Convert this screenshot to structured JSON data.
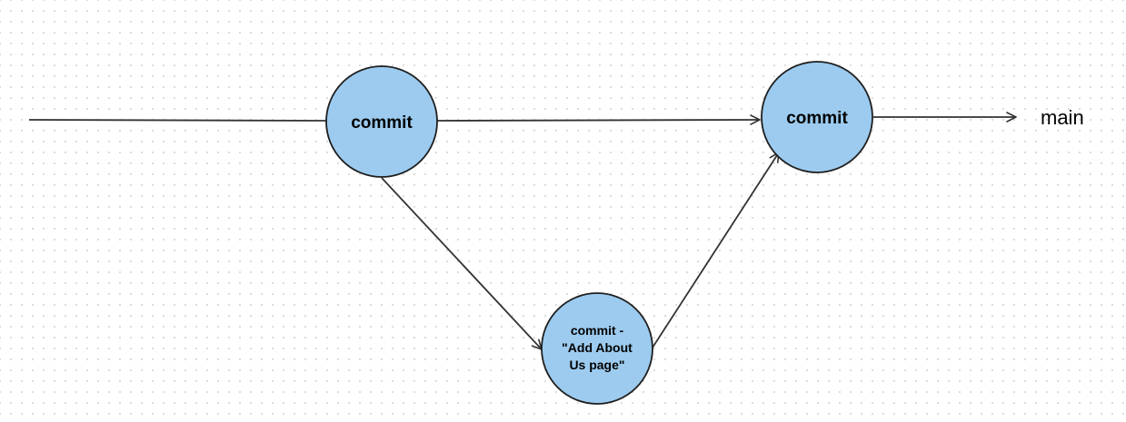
{
  "colors": {
    "node_fill": "#9ccbef",
    "node_stroke": "#1e1e1e",
    "edge": "#333333"
  },
  "nodes": {
    "commit_1": {
      "label": "commit"
    },
    "commit_2": {
      "label": "commit"
    },
    "commit_3": {
      "lines": [
        "commit -",
        "\"Add About",
        "Us page\""
      ]
    }
  },
  "branch": {
    "label": "main"
  }
}
